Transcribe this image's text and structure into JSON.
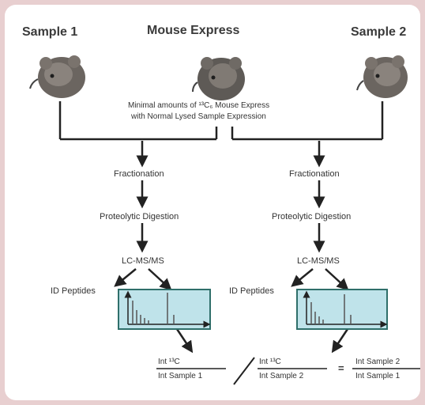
{
  "headers": {
    "sample1": "Sample 1",
    "mouse_express": "Mouse Express",
    "sample2": "Sample 2"
  },
  "mix_note": {
    "line1": "Minimal amounts of ¹³C₆ Mouse Express",
    "line2": "with Normal Lysed Sample Expression"
  },
  "left_branch": {
    "step1": "Fractionation",
    "step2": "Proteolytic Digestion",
    "step3": "LC-MS/MS",
    "id_label": "ID Peptides"
  },
  "right_branch": {
    "step1": "Fractionation",
    "step2": "Proteolytic Digestion",
    "step3": "LC-MS/MS",
    "id_label": "ID Peptides"
  },
  "equation": {
    "left_num": "Int ¹³C",
    "left_den": "Int Sample 1",
    "right_num": "Int ¹³C",
    "right_den": "Int Sample 2",
    "equals": "=",
    "result_num": "Int Sample 2",
    "result_den": "Int Sample 1"
  },
  "colors": {
    "background": "#e8cfd0",
    "spectrum_fill": "#bfe3ea",
    "spectrum_border": "#2f6f6a",
    "mouse_body": "#6b6560"
  }
}
